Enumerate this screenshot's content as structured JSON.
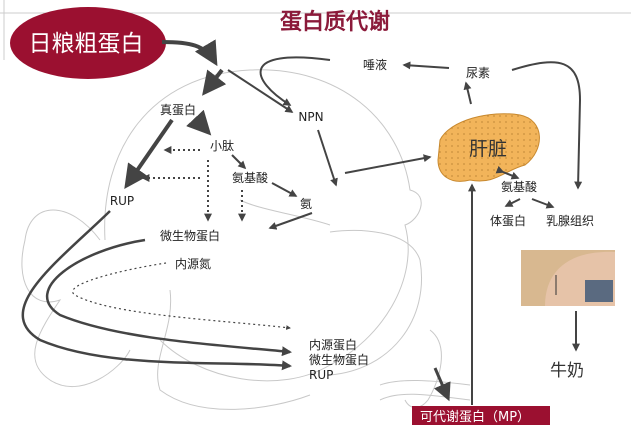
{
  "title": "蛋白质代谢",
  "feed": "日粮粗蛋白",
  "nodes": {
    "true_protein": "真蛋白",
    "npn": "NPN",
    "saliva": "唾液",
    "urea": "尿素",
    "peptide": "小肽",
    "amino_acid": "氨基酸",
    "rup": "RUP",
    "ammonia": "氨",
    "microbial_protein": "微生物蛋白",
    "endogenous_n": "内源氮",
    "liver": "肝脏",
    "liver_amino_acid": "氨基酸",
    "body_protein": "体蛋白",
    "mammary": "乳腺组织",
    "milk": "牛奶",
    "intestine_1": "内源蛋白",
    "intestine_2": "微生物蛋白",
    "intestine_3": "RUP",
    "mp": "可代谢蛋白（MP）"
  },
  "colors": {
    "accent": "#9b1030",
    "title": "#8b1a3a",
    "liver": "#f2b45a",
    "arrow": "#444444"
  }
}
